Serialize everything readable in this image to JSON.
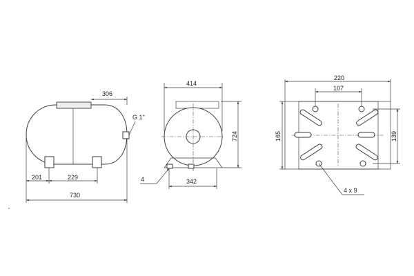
{
  "diagram": {
    "labels": {
      "front_overhang": "306",
      "thread": "G 1\"",
      "foot_offset": "201",
      "foot_spacing": "229",
      "total_length": "730",
      "diameter": "414",
      "height": "724",
      "plate_thickness": "4",
      "base_width": "342",
      "plate_width": "220",
      "hole_spacing_x": "107",
      "plate_depth": "165",
      "hole_spacing_y": "139",
      "holes": "4 x 9"
    },
    "colors": {
      "line": "#3a3a3a",
      "text": "#222222",
      "background": "#ffffff"
    }
  }
}
